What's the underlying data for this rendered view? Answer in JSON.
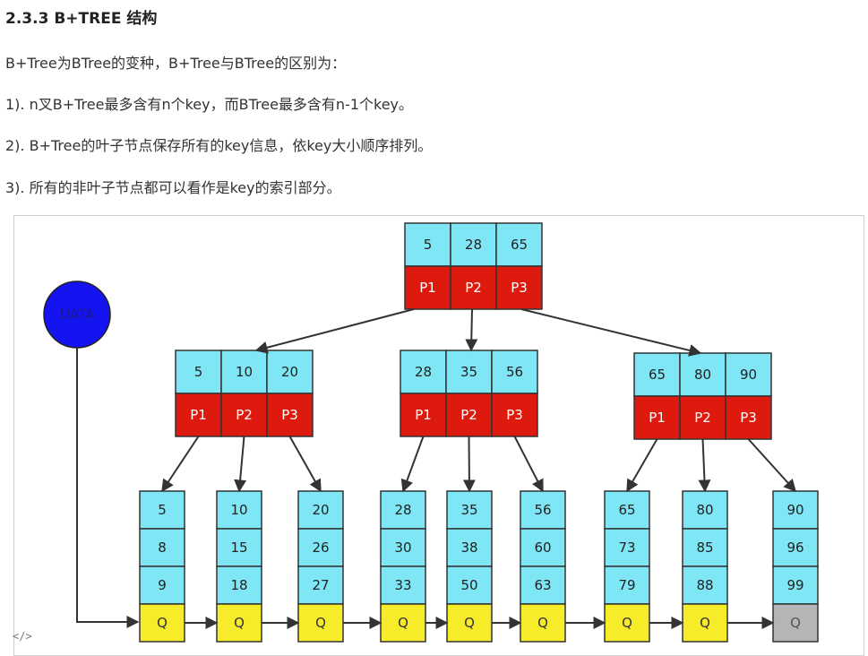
{
  "section": {
    "heading": "2.3.3 B+TREE 结构",
    "intro": "B+Tree为BTree的变种，B+Tree与BTree的区别为：",
    "points": [
      "1). n叉B+Tree最多含有n个key，而BTree最多含有n-1个key。",
      "2). B+Tree的叶子节点保存所有的key信息，依key大小顺序排列。",
      "3). 所有的非叶子节点都可以看作是key的索引部分。"
    ]
  },
  "diagram": {
    "data_node_label": "DATA",
    "root": {
      "keys": [
        "5",
        "28",
        "65"
      ],
      "pointers": [
        "P1",
        "P2",
        "P3"
      ]
    },
    "internal": [
      {
        "keys": [
          "5",
          "10",
          "20"
        ],
        "pointers": [
          "P1",
          "P2",
          "P3"
        ]
      },
      {
        "keys": [
          "28",
          "35",
          "56"
        ],
        "pointers": [
          "P1",
          "P2",
          "P3"
        ]
      },
      {
        "keys": [
          "65",
          "80",
          "90"
        ],
        "pointers": [
          "P1",
          "P2",
          "P3"
        ]
      }
    ],
    "leaves": [
      {
        "keys": [
          "5",
          "8",
          "9"
        ],
        "link": "Q"
      },
      {
        "keys": [
          "10",
          "15",
          "18"
        ],
        "link": "Q"
      },
      {
        "keys": [
          "20",
          "26",
          "27"
        ],
        "link": "Q"
      },
      {
        "keys": [
          "28",
          "30",
          "33"
        ],
        "link": "Q"
      },
      {
        "keys": [
          "35",
          "38",
          "50"
        ],
        "link": "Q"
      },
      {
        "keys": [
          "56",
          "60",
          "63"
        ],
        "link": "Q"
      },
      {
        "keys": [
          "65",
          "73",
          "79"
        ],
        "link": "Q"
      },
      {
        "keys": [
          "80",
          "85",
          "88"
        ],
        "link": "Q"
      },
      {
        "keys": [
          "90",
          "96",
          "99"
        ],
        "link": "Q"
      }
    ],
    "colors": {
      "key_fill": "#7fe6f6",
      "pointer_fill": "#dd1a0d",
      "link_fill": "#f7ec2a",
      "last_link_fill": "#b5b5b5",
      "data_fill": "#1414f0",
      "stroke": "#333333"
    }
  },
  "footer": {
    "code_icon": "</>"
  }
}
